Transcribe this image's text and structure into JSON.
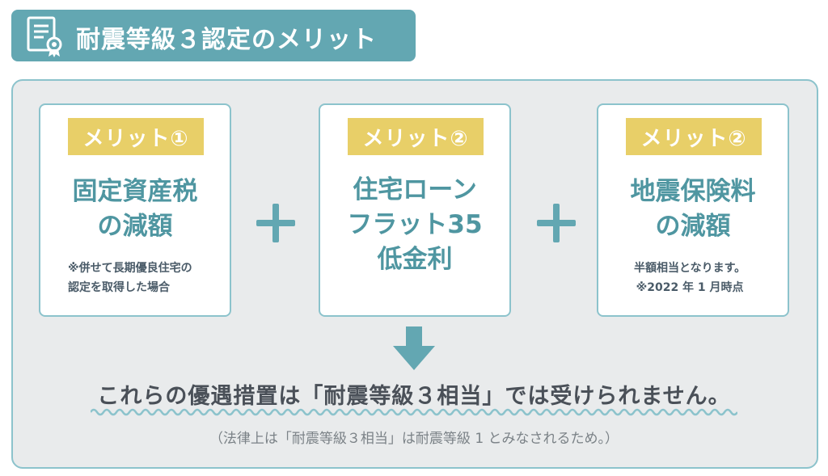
{
  "header": {
    "title": "耐震等級３認定のメリット",
    "icon": "certificate-icon"
  },
  "colors": {
    "teal": "#63a7b2",
    "teal_text": "#4f96a1",
    "yellow": "#e8cf68",
    "panel_bg": "#e9ebec",
    "border": "#8cc3cc"
  },
  "cards": [
    {
      "badge": "メリット①",
      "title_lines": [
        "固定資産税",
        "の減額"
      ],
      "note_lines": [
        "※併せて長期優良住宅の",
        "認定を取得した場合"
      ]
    },
    {
      "badge": "メリット②",
      "title_lines": [
        "住宅ローン",
        "フラット35",
        "低金利"
      ],
      "note_lines": []
    },
    {
      "badge": "メリット②",
      "title_lines": [
        "地震保険料",
        "の減額"
      ],
      "note_lines": [
        "半額相当となります。",
        "※2022 年 1 月時点"
      ]
    }
  ],
  "conclusion": "これらの優遇措置は「耐震等級３相当」では受けられません。",
  "footnote": "（法律上は「耐震等級３相当」は耐震等級 1 とみなされるため。）"
}
